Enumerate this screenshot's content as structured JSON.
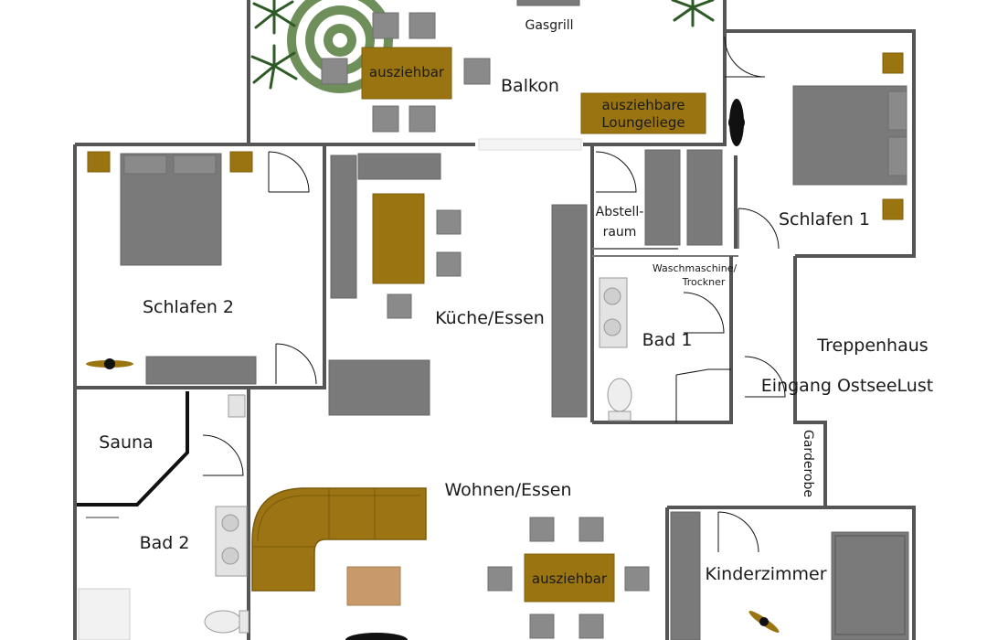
{
  "plan": {
    "rooms": {
      "balkon": "Balkon",
      "gasgrill": "Gasgrill",
      "schlafen1": "Schlafen 1",
      "schlafen2": "Schlafen 2",
      "kueche": "Küche/Essen",
      "abstell_line1": "Abstell-",
      "abstell_line2": "raum",
      "wasch_line1": "Waschmaschine/",
      "wasch_line2": "Trockner",
      "bad1": "Bad 1",
      "treppenhaus": "Treppenhaus",
      "eingang": "Eingang OstseeLust",
      "garderobe": "Garderobe",
      "sauna": "Sauna",
      "bad2": "Bad 2",
      "wohnen": "Wohnen/Essen",
      "kinderzimmer": "Kinderzimmer"
    },
    "furniture": {
      "table_balkon": "ausziehbar",
      "lounge_line1": "ausziehbare",
      "lounge_line2": "Loungeliege",
      "table_wohnen": "ausziehbar"
    },
    "colors": {
      "wall": "#555555",
      "furniture_gray": "#7a7a7a",
      "furniture_brown": "#9a7410",
      "rug_green": "#6f8f5a"
    }
  }
}
